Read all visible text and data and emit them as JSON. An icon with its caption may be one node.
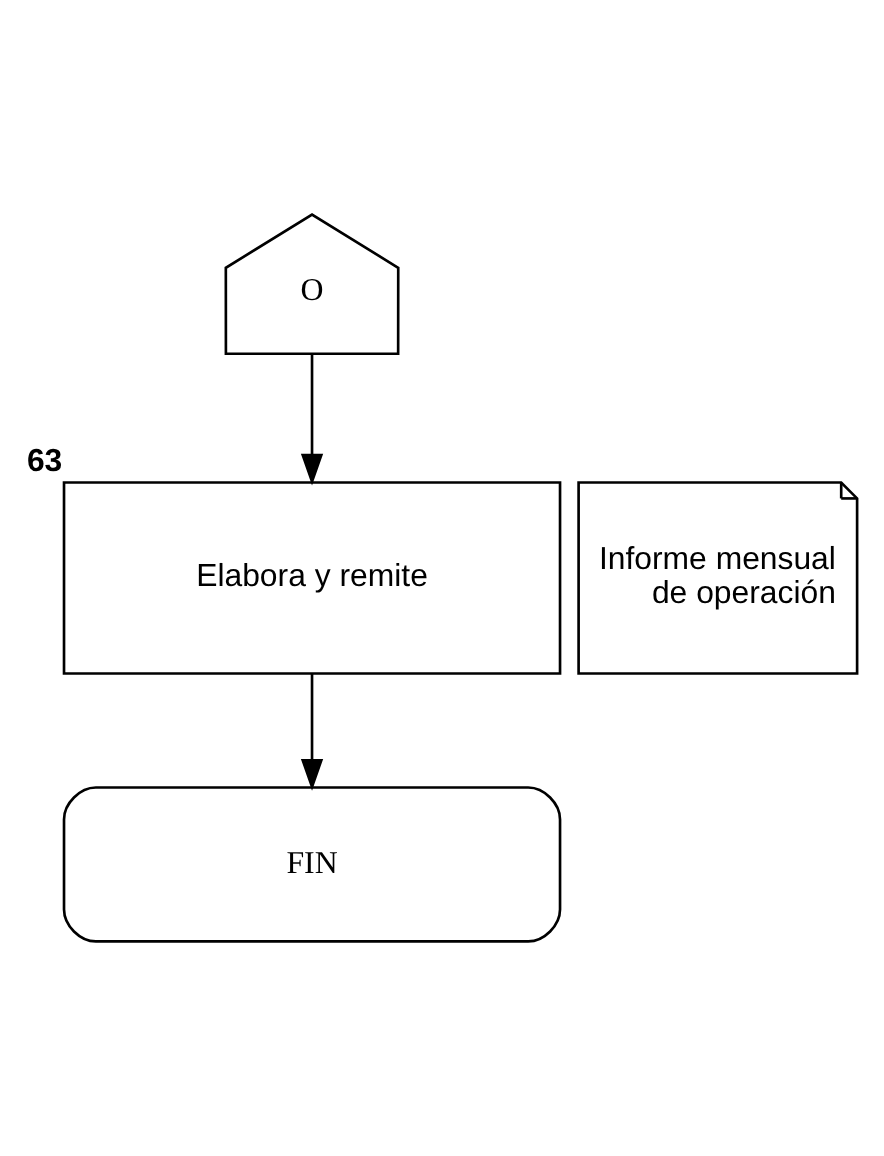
{
  "diagram": {
    "nodes": [
      {
        "text": [
          "O"
        ]
      },
      {
        "text": [
          "Elabora y remite"
        ],
        "beside": [
          "63"
        ]
      },
      {
        "text": [
          "Informe mensual de operación"
        ]
      },
      {
        "text": [
          "FIN"
        ]
      }
    ],
    "edges": [
      {
        "from": 0,
        "to": 1,
        "arrow": "to"
      },
      {
        "from": 1,
        "to": 3,
        "arrow": "to"
      }
    ]
  }
}
